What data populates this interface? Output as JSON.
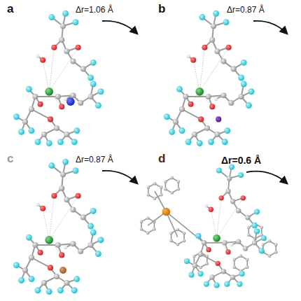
{
  "diagram": {
    "labels": [
      "a",
      "Δr=1.06 Å",
      "b",
      "Δr=0.87 Å",
      "c",
      "Δr=0.87 Å",
      "d",
      "Δr=0.6 Å"
    ]
  }
}
